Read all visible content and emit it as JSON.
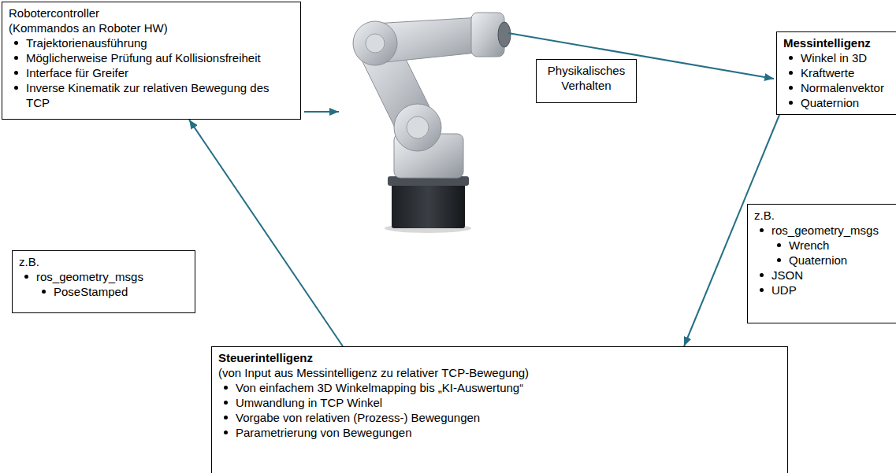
{
  "diagram": {
    "nodes": [
      {
        "text": [
          "Robotercontroller",
          "(Kommandos an Roboter HW)",
          "Trajektorienausführung",
          "Möglicherweise Prüfung auf Kollisionsfreiheit",
          "Interface für Greifer",
          "Inverse Kinematik zur relativen Bewegung des TCP"
        ]
      },
      {
        "text": [
          "Physikalisches Verhalten"
        ]
      },
      {
        "text": [
          "Messintelligenz",
          "Winkel in 3D",
          "Kraftwerte",
          "Normalenvektor",
          "Quaternion"
        ]
      },
      {
        "text": [
          "z.B.",
          "ros_geometry_msgs",
          "Wrench",
          "Quaternion",
          "JSON",
          "UDP"
        ]
      },
      {
        "text": [
          "z.B.",
          "ros_geometry_msgs",
          "PoseStamped"
        ]
      },
      {
        "text": [
          "Steuerintelligenz",
          "(von Input aus Messintelligenz zu relativer TCP-Bewegung)",
          "Von einfachem 3D Winkelmapping bis „KI-Auswertung“",
          "Umwandlung in TCP Winkel",
          "Vorgabe von relativen (Prozess-) Bewegungen",
          "Parametrierung von Bewegungen"
        ]
      }
    ],
    "edges": [
      {
        "from": 2,
        "to": 5,
        "arrow": "to"
      },
      {
        "from": 5,
        "to": 0,
        "arrow": "to"
      }
    ]
  }
}
